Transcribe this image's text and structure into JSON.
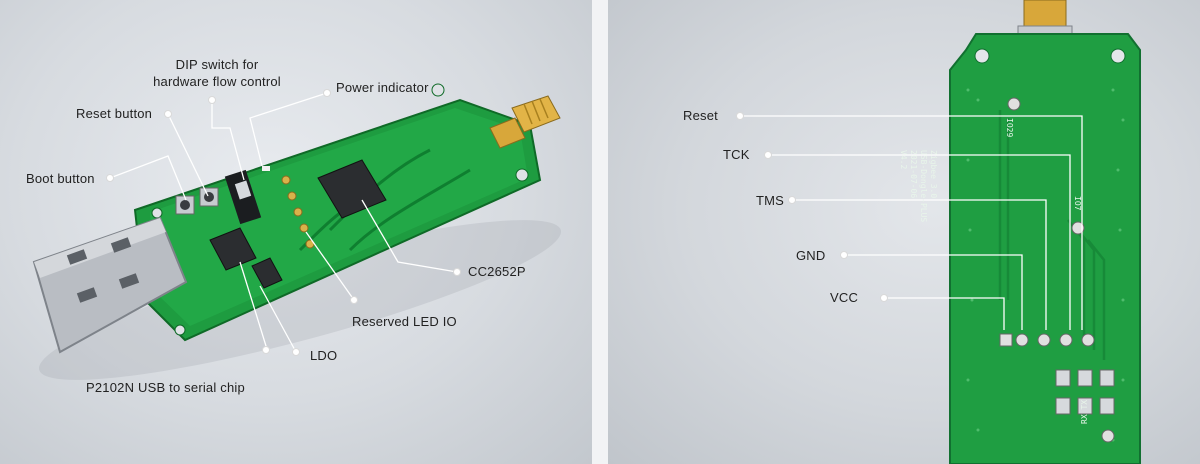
{
  "left": {
    "labels": {
      "dip_switch": "DIP switch for\nhardware flow control",
      "power_indicator": "Power indicator",
      "reset_button": "Reset button",
      "boot_button": "Boot button",
      "cc2652p": "CC2652P",
      "reserved_led_io": "Reserved LED IO",
      "ldo": "LDO",
      "usb_serial_chip": "P2102N USB to serial chip"
    }
  },
  "right": {
    "labels": {
      "reset": "Reset",
      "tck": "TCK",
      "tms": "TMS",
      "gnd": "GND",
      "vcc": "VCC"
    },
    "silkscreen": {
      "board_name": "Zigbee 3.0\nUSB-Dongle-PLUS\n2021-07-06\nV4.2",
      "pin_io29": "IO29",
      "pin_io7": "IO7",
      "rx_tx": "RX TX"
    }
  },
  "colors": {
    "pcb_green": "#1d9a3f",
    "pcb_dark": "#137a2e",
    "metal": "#b8bcc2",
    "gold": "#d8a73a",
    "leader_line": "#ffffff",
    "label_text": "#222222"
  }
}
